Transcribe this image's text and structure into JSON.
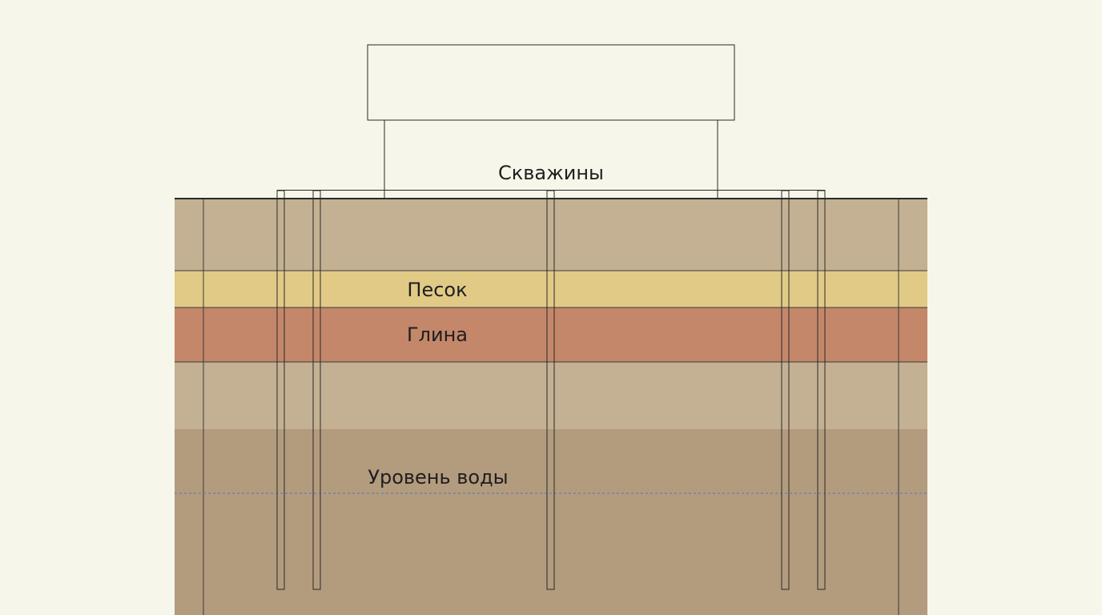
{
  "labels": {
    "wells": "Скважины",
    "sand": "Песок",
    "clay": "Глина",
    "water_level": "Уровень воды"
  },
  "colors": {
    "background": "#f6f7ea",
    "soil_upper": "#c4b193",
    "sand": "#e1ca86",
    "clay": "#c4876a",
    "soil_mid": "#c4b193",
    "soil_lower": "#b39b7e",
    "water_line": "#6f86a8",
    "line": "#2a2a2a"
  }
}
